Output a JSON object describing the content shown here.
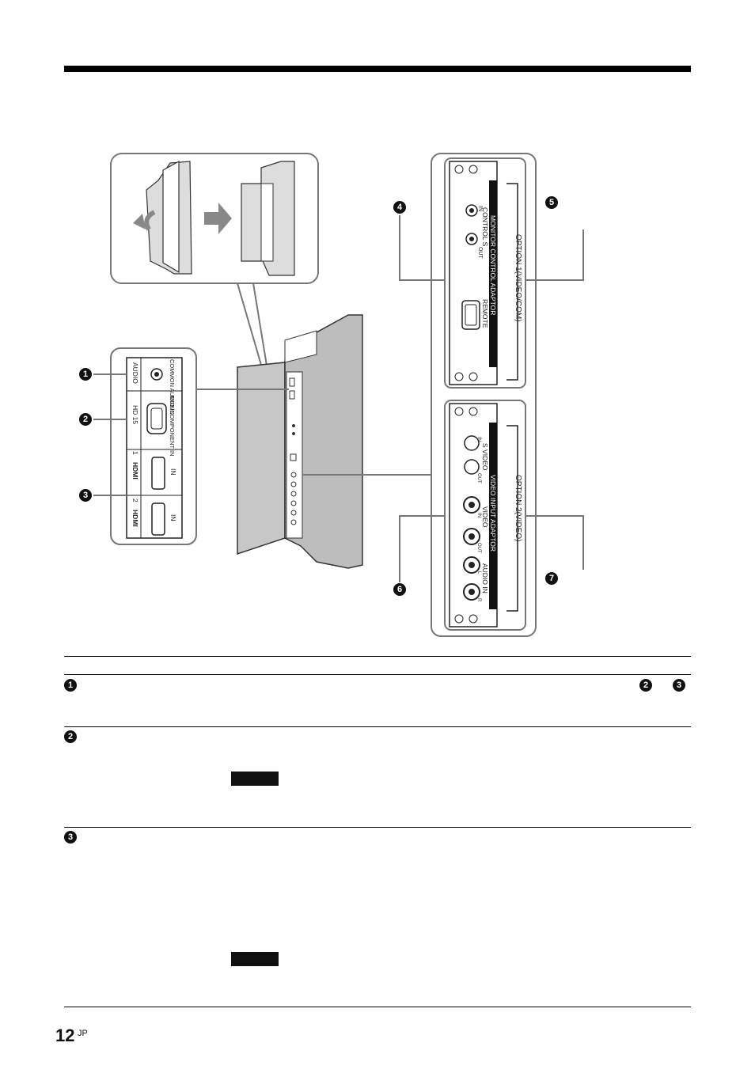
{
  "page": {
    "number": "12",
    "suffix": "JP"
  },
  "markers": [
    "1",
    "2",
    "3",
    "4",
    "5",
    "6",
    "7"
  ],
  "left_panel_labels": {
    "audio": "AUDIO",
    "common_audio_in": "COMMON AUDIO IN",
    "hd15": "HD 15",
    "rgb_component_in": "RGB/COMPONENT IN",
    "hdmi1": "HDMI",
    "hdmi1_num": "1",
    "hdmi1_in": "IN",
    "hdmi2": "HDMI",
    "hdmi2_num": "2",
    "hdmi2_in": "IN"
  },
  "option1": {
    "title": "OPTION 1(VIDEO/COM)",
    "adaptor": "MONITOR CONTROL ADAPTOR",
    "remote": "REMOTE",
    "control_s": "CONTROL S",
    "in": "IN",
    "out": "OUT"
  },
  "option2": {
    "title": "OPTION 2(VIDEO)",
    "adaptor": "VIDEO INPUT ADAPTOR",
    "svideo": "S VIDEO",
    "video": "VIDEO",
    "audio_in": "AUDIO IN",
    "in": "IN",
    "out": "OUT",
    "l": "L",
    "r": "R"
  },
  "table_rows": [
    {
      "marker": "1",
      "refs": [
        "2",
        "3"
      ]
    },
    {
      "marker": "2"
    },
    {
      "marker": "3"
    }
  ]
}
